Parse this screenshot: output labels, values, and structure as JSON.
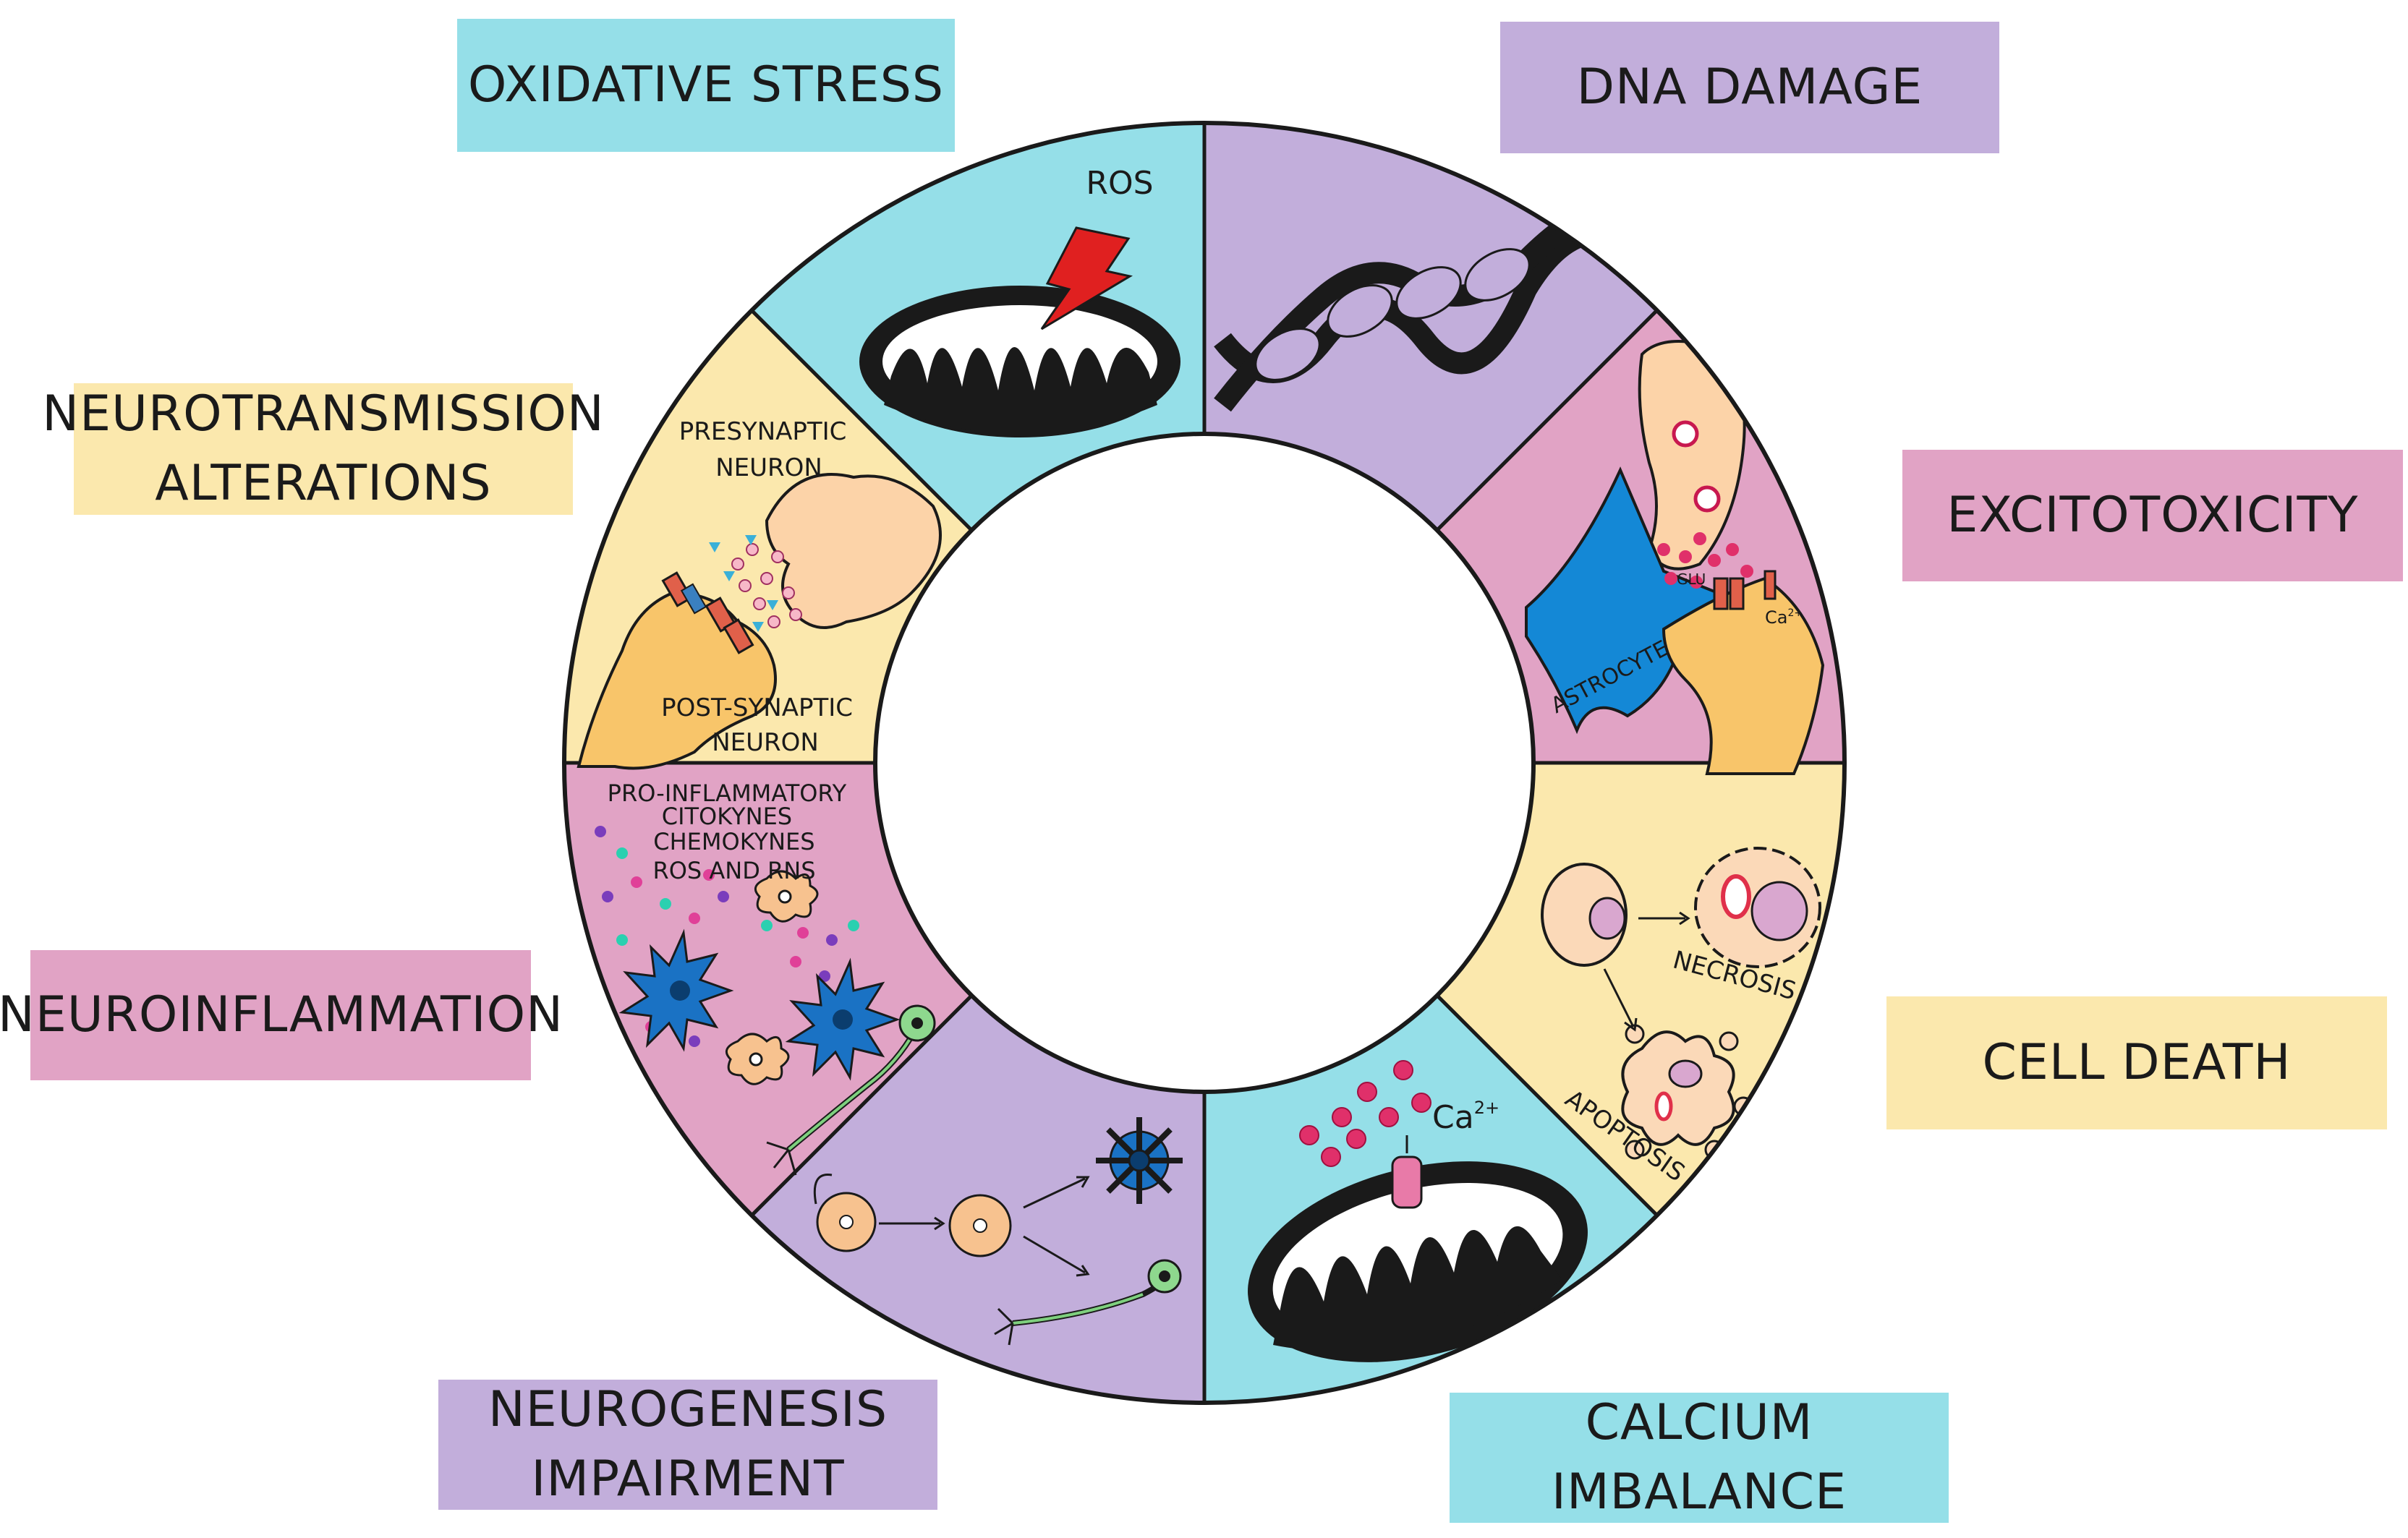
{
  "colors": {
    "cyan": "#95dfe8",
    "lavender": "#c2aedb",
    "pink": "#e1a3c5",
    "cream": "#fbe8ad",
    "outline": "#1a1a1a",
    "astrocyte": "#1488d6",
    "microglia": "#1a72c4",
    "neuron_orange": "#f7c28f",
    "presynaptic": "#fcd3a8",
    "postsynaptic": "#f8c56a",
    "bolt": "#e02020"
  },
  "labels": {
    "oxidative": [
      "OXIDATIVE STRESS"
    ],
    "dna": [
      "DNA DAMAGE"
    ],
    "neurotrans": [
      "NEUROTRANSMISSION",
      "ALTERATIONS"
    ],
    "excito": [
      "EXCITOTOXICITY"
    ],
    "neuroinfl": [
      "NEUROINFLAMMATION"
    ],
    "celldeath": [
      "CELL DEATH"
    ],
    "neurogen": [
      "NEUROGENESIS",
      "IMPAIRMENT"
    ],
    "calcium": [
      "CALCIUM",
      "IMBALANCE"
    ]
  },
  "annotations": {
    "ros": "ROS",
    "presynaptic": [
      "PRESYNAPTIC",
      "NEURON"
    ],
    "postsynaptic": [
      "POST-SYNAPTIC",
      "NEURON"
    ],
    "astrocyte": "ASTROCYTE",
    "glu": "GLU",
    "ca_small": "Ca",
    "ca_sup": "2+",
    "inflammatory": [
      "PRO-INFLAMMATORY",
      "CITOKYNES",
      "CHEMOKYNES",
      "ROS AND RNS"
    ],
    "necrosis": "NECROSIS",
    "apoptosis": "APOPTOSIS",
    "ca_calcium": "Ca",
    "ca_calcium_sup": "2+"
  }
}
